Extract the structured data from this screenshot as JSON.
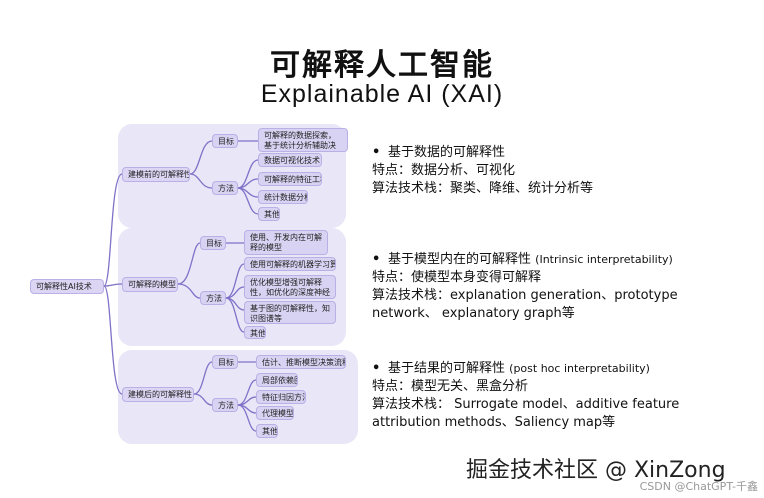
{
  "title": {
    "cn": "可解释人工智能",
    "en": "Explainable AI (XAI)"
  },
  "root": {
    "label": "可解释性AI技术"
  },
  "branches": [
    {
      "label": "建模前的可解释性",
      "groups": [
        {
          "label": "目标",
          "items": [
            "可解释的数据探索，基于统计分析辅助决策"
          ]
        },
        {
          "label": "方法",
          "items": [
            "数据可视化技术",
            "可解释的特征工程",
            "统计数据分析",
            "其他"
          ]
        }
      ]
    },
    {
      "label": "可解释的模型",
      "groups": [
        {
          "label": "目标",
          "items": [
            "使用、开发内在可解释的模型"
          ]
        },
        {
          "label": "方法",
          "items": [
            "使用可解释的机器学习算法",
            "优化模型增强可解释性，如优化的深度神经网络",
            "基于图的可解释性，知识图谱等",
            "其他"
          ]
        }
      ]
    },
    {
      "label": "建模后的可解释性",
      "groups": [
        {
          "label": "目标",
          "items": [
            "估计、推断模型决策流程"
          ]
        },
        {
          "label": "方法",
          "items": [
            "局部依赖图",
            "特征归因方法",
            "代理模型",
            "其他"
          ]
        }
      ]
    }
  ],
  "descriptions": [
    {
      "heading": "基于数据的可解释性",
      "heading_en": "",
      "features": "特点：数据分析、可视化",
      "stack": "算法技术栈：聚类、降维、统计分析等",
      "stack2": ""
    },
    {
      "heading": "基于模型内在的可解释性",
      "heading_en": "(Intrinsic interpretability)",
      "features": "特点：使模型本身变得可解释",
      "stack": "算法技术栈：explanation generation、prototype",
      "stack2": "network、 explanatory graph等"
    },
    {
      "heading": "基于结果的可解释性",
      "heading_en": "(post hoc interpretability)",
      "features": "特点：模型无关、黑盒分析",
      "stack": "算法技术栈： Surrogate model、additive feature",
      "stack2": "attribution methods、Saliency map等"
    }
  ],
  "bullet": "•",
  "watermark": "掘金技术社区 @ XinZong",
  "credit": "CSDN @ChatGPT-千鑫",
  "colors": {
    "node_fill": "#d9d3f3",
    "panel_fill": "#e9e6f7",
    "link": "#7f72c8"
  }
}
